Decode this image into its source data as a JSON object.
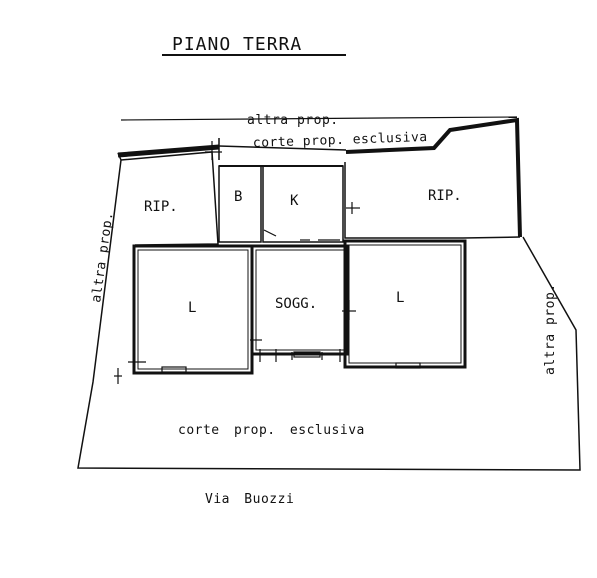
{
  "title": "PIANO TERRA",
  "labels": {
    "top_neighbor": "altra prop.",
    "top_courtyard": "corte prop. esclusiva",
    "left_neighbor": "altra prop.",
    "right_neighbor": "altra prop.",
    "bottom_courtyard": "corte prop. esclusiva",
    "street": "Via Buozzi"
  },
  "rooms": {
    "rip_left": "RIP.",
    "bathroom": "B",
    "kitchen": "K",
    "rip_right": "RIP.",
    "living_left": "L",
    "living_center": "SOGG.",
    "living_right": "L"
  }
}
